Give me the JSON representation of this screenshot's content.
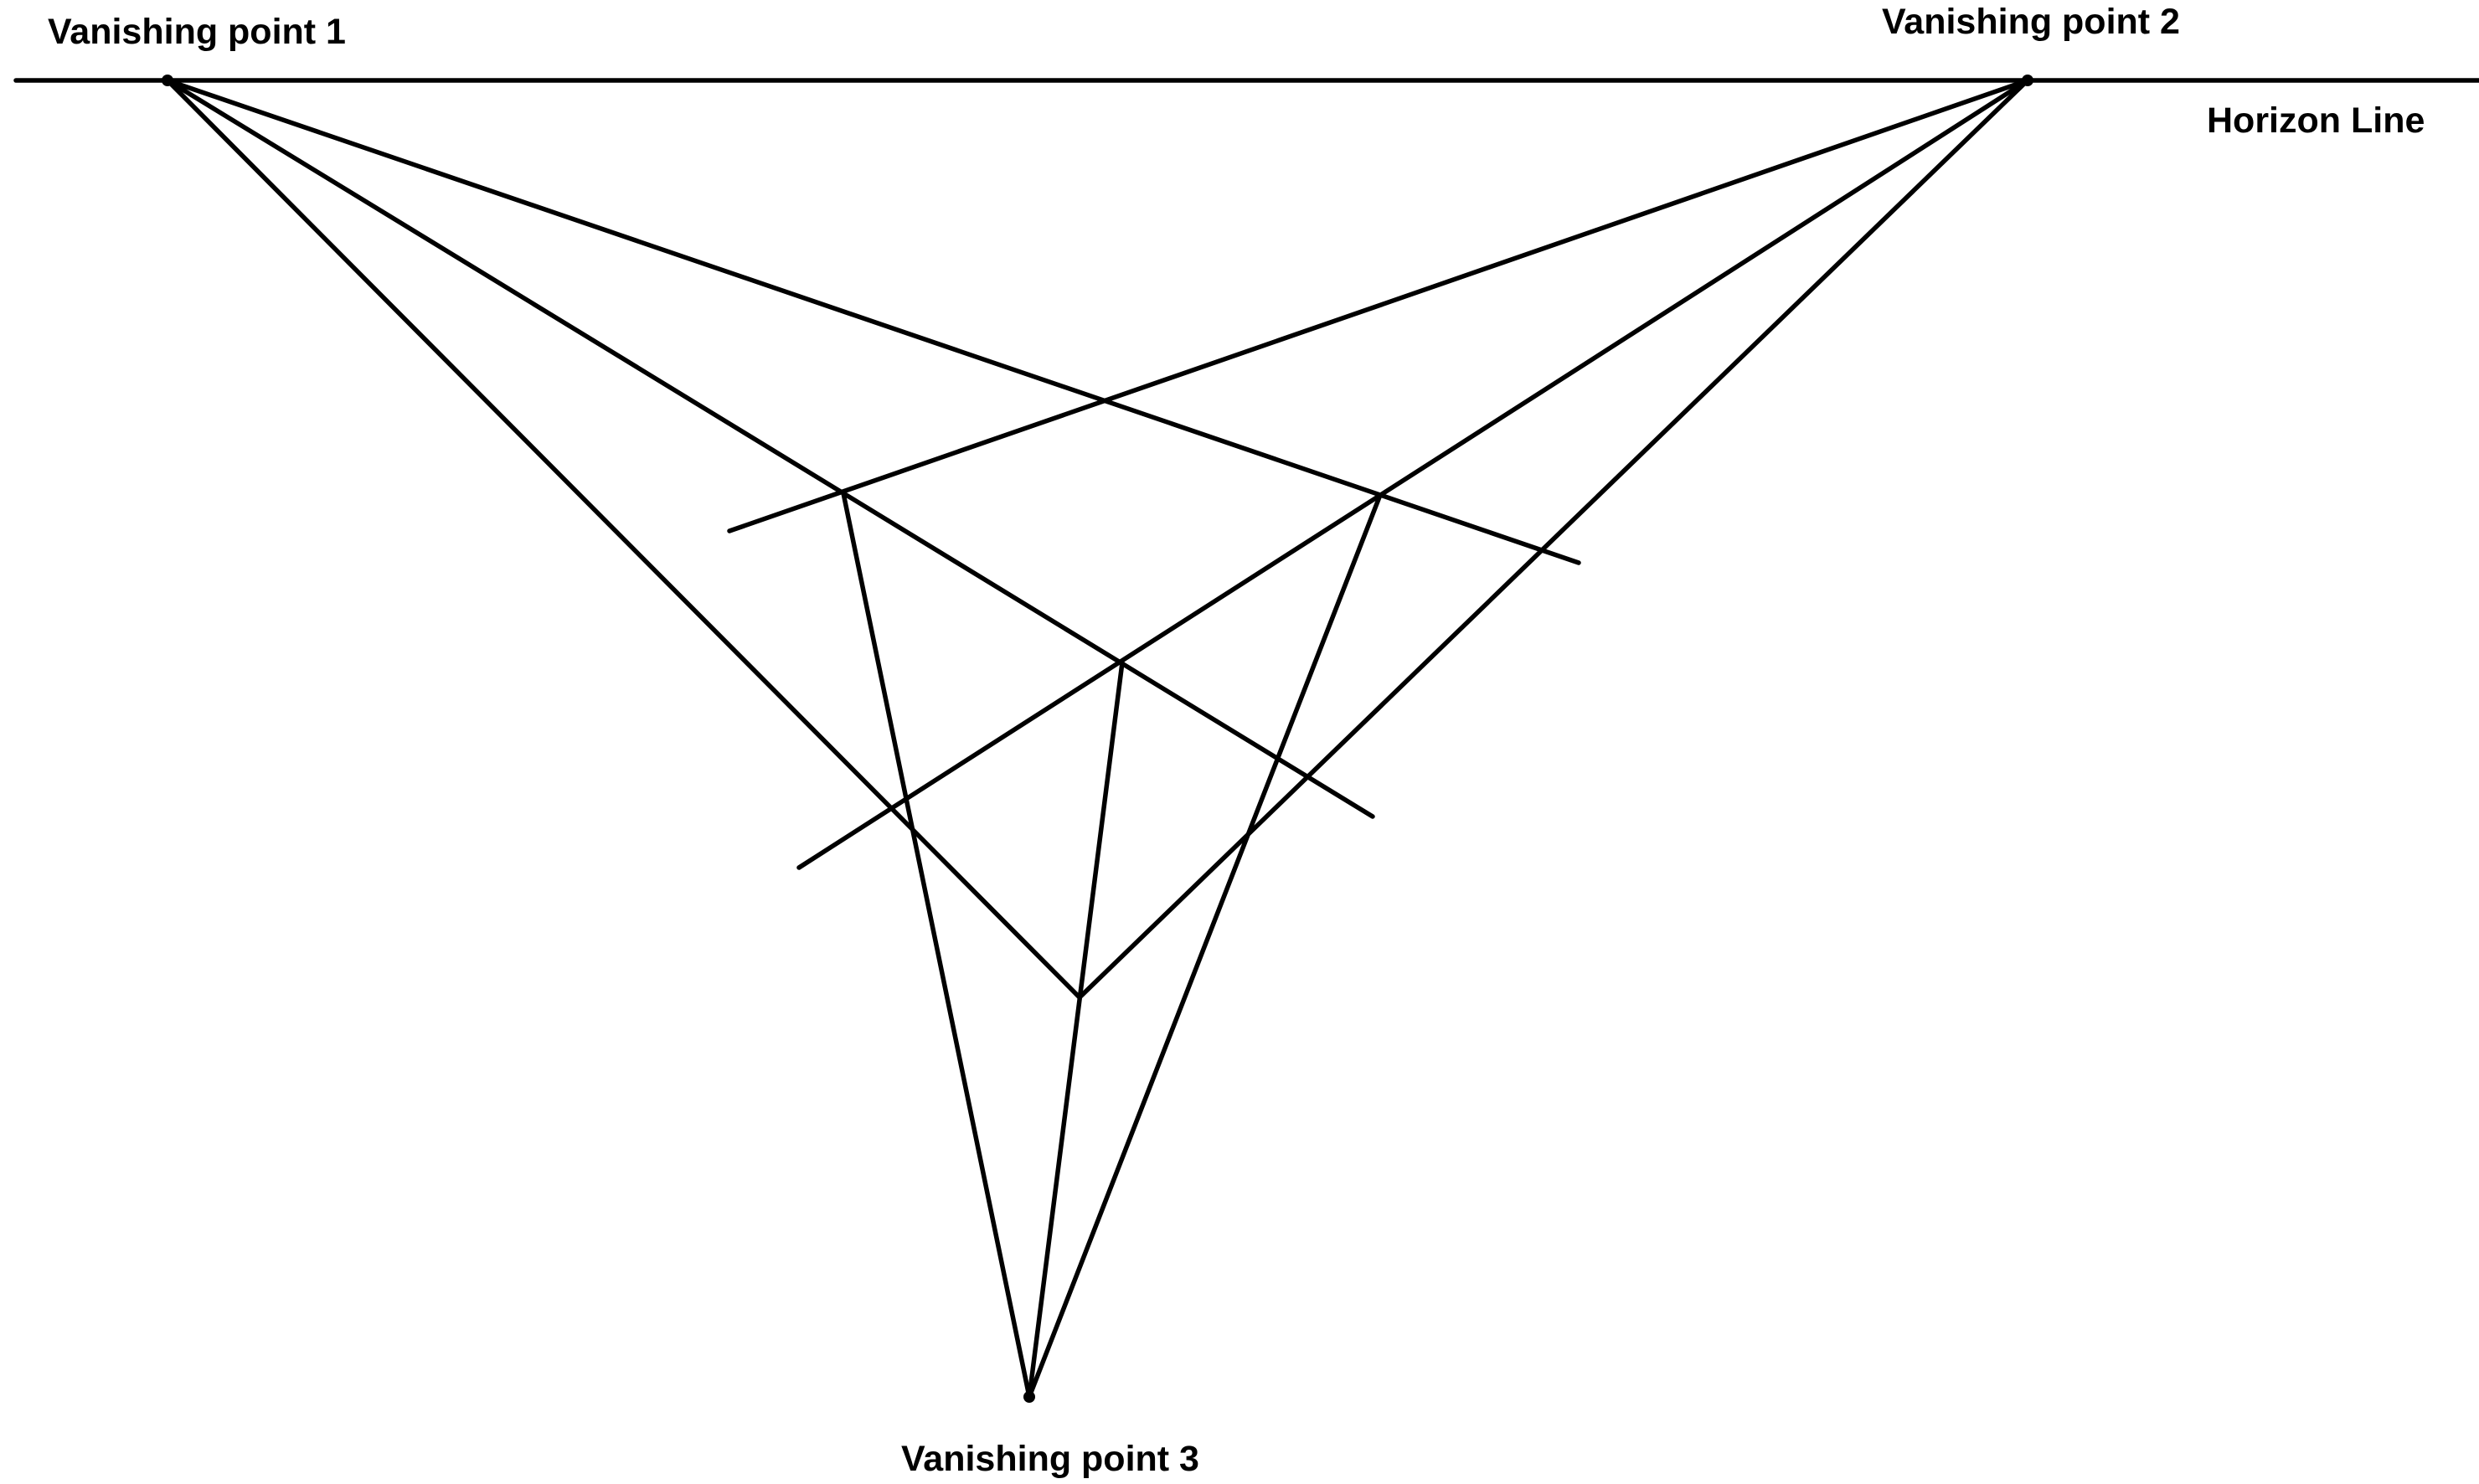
{
  "labels": {
    "vp1": "Vanishing point 1",
    "vp2": "Vanishing point 2",
    "vp3": "Vanishing point 3",
    "horizon": "Horizon Line"
  },
  "colors": {
    "line": "#000000",
    "background": "#ffffff"
  }
}
